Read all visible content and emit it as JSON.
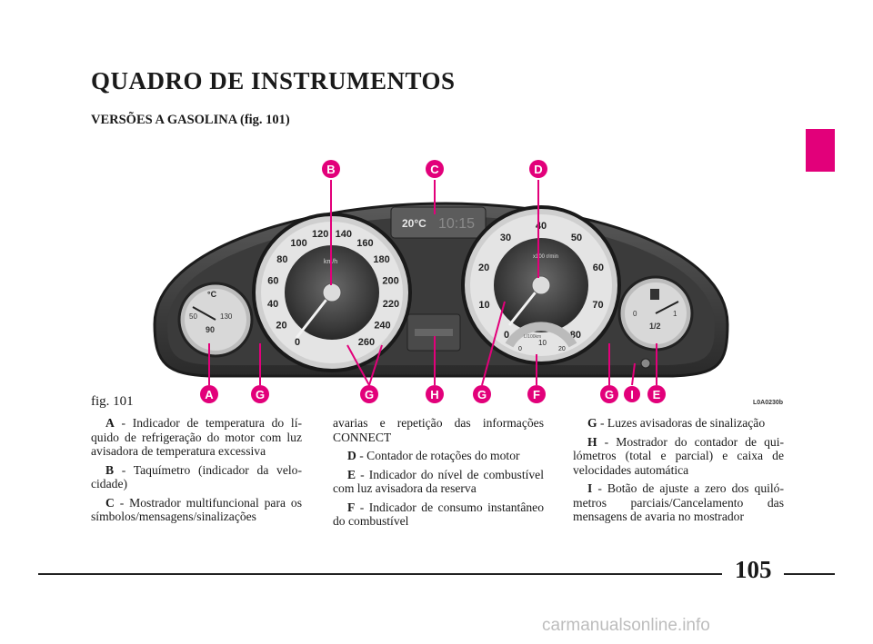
{
  "page": {
    "title": "QUADRO DE INSTRUMENTOS",
    "subtitle": "VERSÕES A GASOLINA (fig. 101)",
    "figure_label": "fig. 101",
    "figure_code": "L0A0230b",
    "page_number": "105",
    "watermark": "carmanualsonline.info",
    "tab_color": "#e2007a"
  },
  "dashboard": {
    "display_temp": "20°C",
    "display_time": "10:15",
    "speed_unit": "km/h",
    "speed_ticks": [
      "0",
      "20",
      "40",
      "60",
      "80",
      "100",
      "120",
      "140",
      "160",
      "180",
      "200",
      "220",
      "240",
      "260"
    ],
    "rpm_ticks": [
      "0",
      "10",
      "20",
      "30",
      "40",
      "50",
      "60",
      "70",
      "80"
    ],
    "rpm_unit": "x100 r/min",
    "temp_labels": [
      "50",
      "90",
      "130"
    ],
    "temp_symbol": "°C",
    "fuel_labels": [
      "0",
      "1/2",
      "1"
    ],
    "consumption_labels": [
      "0",
      "10",
      "20"
    ],
    "consumption_unit": "L/100km",
    "callout_color": "#e2007a",
    "callouts": [
      "A",
      "B",
      "C",
      "D",
      "E",
      "F",
      "G",
      "H",
      "I"
    ]
  },
  "columns": [
    [
      {
        "key": "A",
        "text": " - Indicador de temperatura do lí­quido de refrigeração do motor com luz avisadora de temperatura excessiva"
      },
      {
        "key": "B",
        "text": " - Taquímetro (indicador da velo­cidade)"
      },
      {
        "key": "C",
        "text": " - Mostrador multifuncional para os símbolos/mensagens/sinalizações"
      }
    ],
    [
      {
        "key": "",
        "text": "avarias e repetição das informações CONNECT"
      },
      {
        "key": "D",
        "text": " - Contador de rotações do motor"
      },
      {
        "key": "E",
        "text": " - Indicador do nível de combustí­vel com luz avisadora da reserva"
      },
      {
        "key": "F",
        "text": " - Indicador de consumo instantâ­neo do combustível"
      }
    ],
    [
      {
        "key": "G",
        "text": " - Luzes avisadoras de sinalização"
      },
      {
        "key": "H",
        "text": " - Mostrador do contador de qui­lómetros (total e parcial) e caixa de velocidades automática"
      },
      {
        "key": "I",
        "text": " - Botão de ajuste a zero dos quiló­metros parciais/Cancelamento das mensagens de avaria no mostrador"
      }
    ]
  ]
}
